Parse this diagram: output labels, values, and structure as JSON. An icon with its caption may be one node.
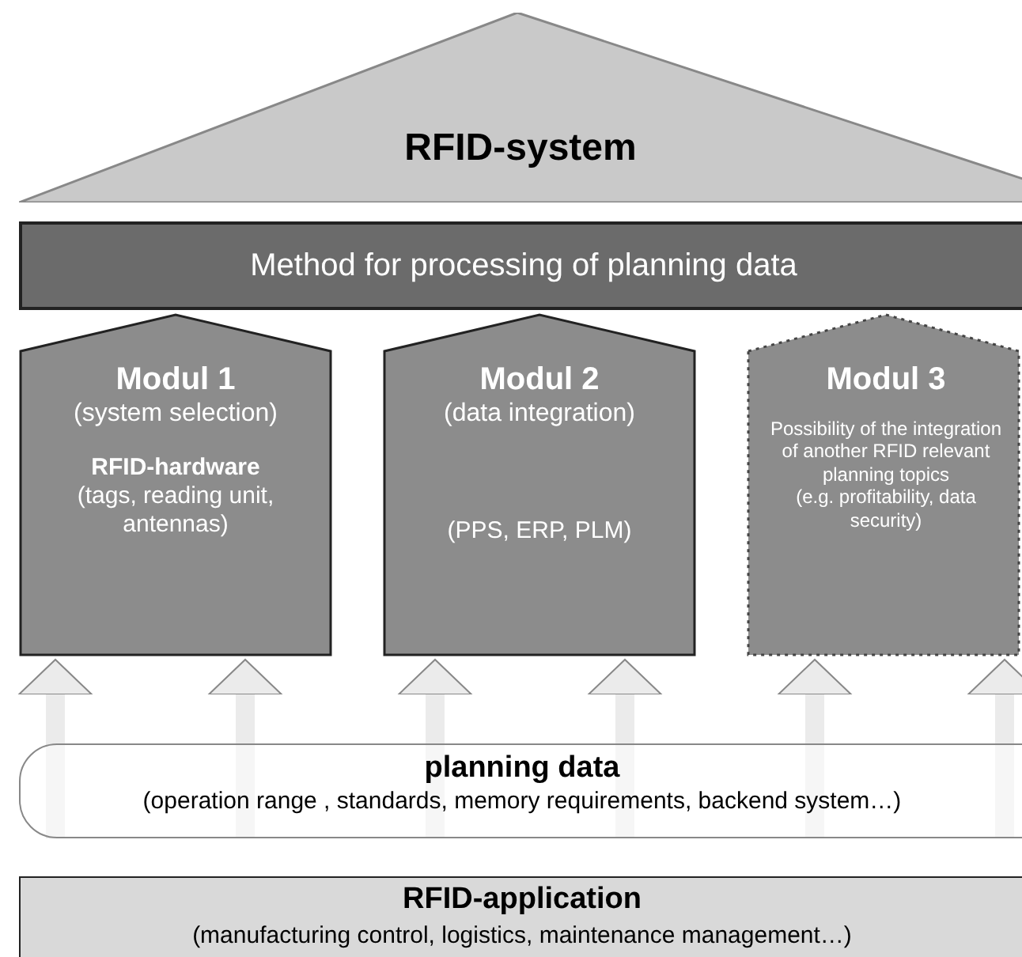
{
  "diagram": {
    "nodes": [
      {
        "text": [
          "RFID-system"
        ]
      },
      {
        "text": [
          "Method for processing of planning data"
        ]
      },
      {
        "text": [
          "Modul 1",
          "(system selection)",
          "RFID-hardware",
          "(tags, reading unit, antennas)"
        ]
      },
      {
        "text": [
          "Modul 2",
          "(data integration)",
          "(PPS, ERP, PLM)"
        ]
      },
      {
        "text": [
          "Modul 3",
          "Possibility of the integration of another RFID relevant planning topics",
          "(e.g. profitability, data security)"
        ]
      },
      {
        "text": [
          "planning data",
          "(operation range , standards, memory requirements, backend system…)"
        ]
      },
      {
        "text": [
          "RFID-application",
          "(manufacturing control, logistics, maintenance management…)"
        ]
      }
    ],
    "edges": [
      {
        "from": 5,
        "to": 2,
        "arrow": "to"
      },
      {
        "from": 5,
        "to": 2,
        "arrow": "to"
      },
      {
        "from": 5,
        "to": 3,
        "arrow": "to"
      },
      {
        "from": 5,
        "to": 3,
        "arrow": "to"
      },
      {
        "from": 5,
        "to": 4,
        "arrow": "to"
      },
      {
        "from": 5,
        "to": 4,
        "arrow": "to"
      }
    ]
  }
}
